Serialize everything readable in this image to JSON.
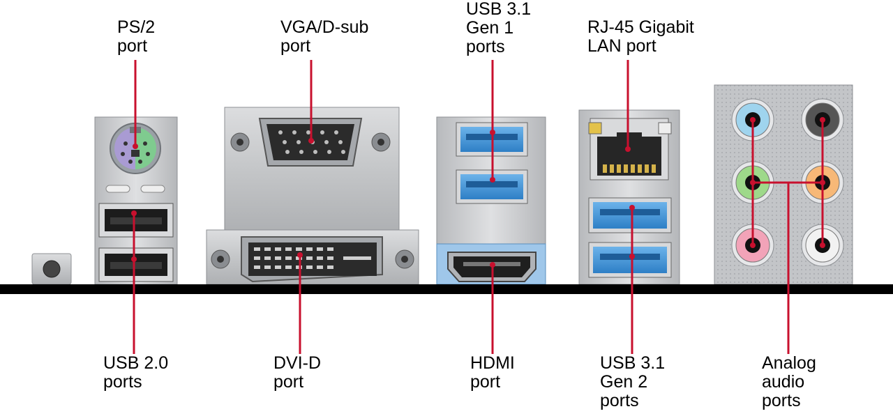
{
  "labels": {
    "ps2": [
      "PS/2",
      "port"
    ],
    "vga": [
      "VGA/D-sub",
      "port"
    ],
    "usb31g1": [
      "USB 3.1",
      "Gen 1",
      "ports"
    ],
    "rj45": [
      "RJ-45 Gigabit",
      "LAN port"
    ],
    "usb20": [
      "USB 2.0",
      "ports"
    ],
    "dvi": [
      "DVI-D",
      "port"
    ],
    "hdmi": [
      "HDMI",
      "port"
    ],
    "usb31g2": [
      "USB 3.1",
      "Gen 2",
      "ports"
    ],
    "audio": [
      "Analog",
      "audio",
      "ports"
    ]
  },
  "colors": {
    "callout": "#c8102e",
    "metal": "#c9cacb",
    "usb3_blue": "#3d8fd6",
    "bar": "#000000",
    "ps2_purple": "#a99bd3",
    "ps2_green": "#7fcb8f",
    "audio_blue": "#9fd4ee",
    "audio_green": "#9ed98a",
    "audio_pink": "#f2a3b8",
    "audio_orange": "#f7b877",
    "audio_gray": "#555555",
    "audio_white": "#f2f2f2"
  }
}
